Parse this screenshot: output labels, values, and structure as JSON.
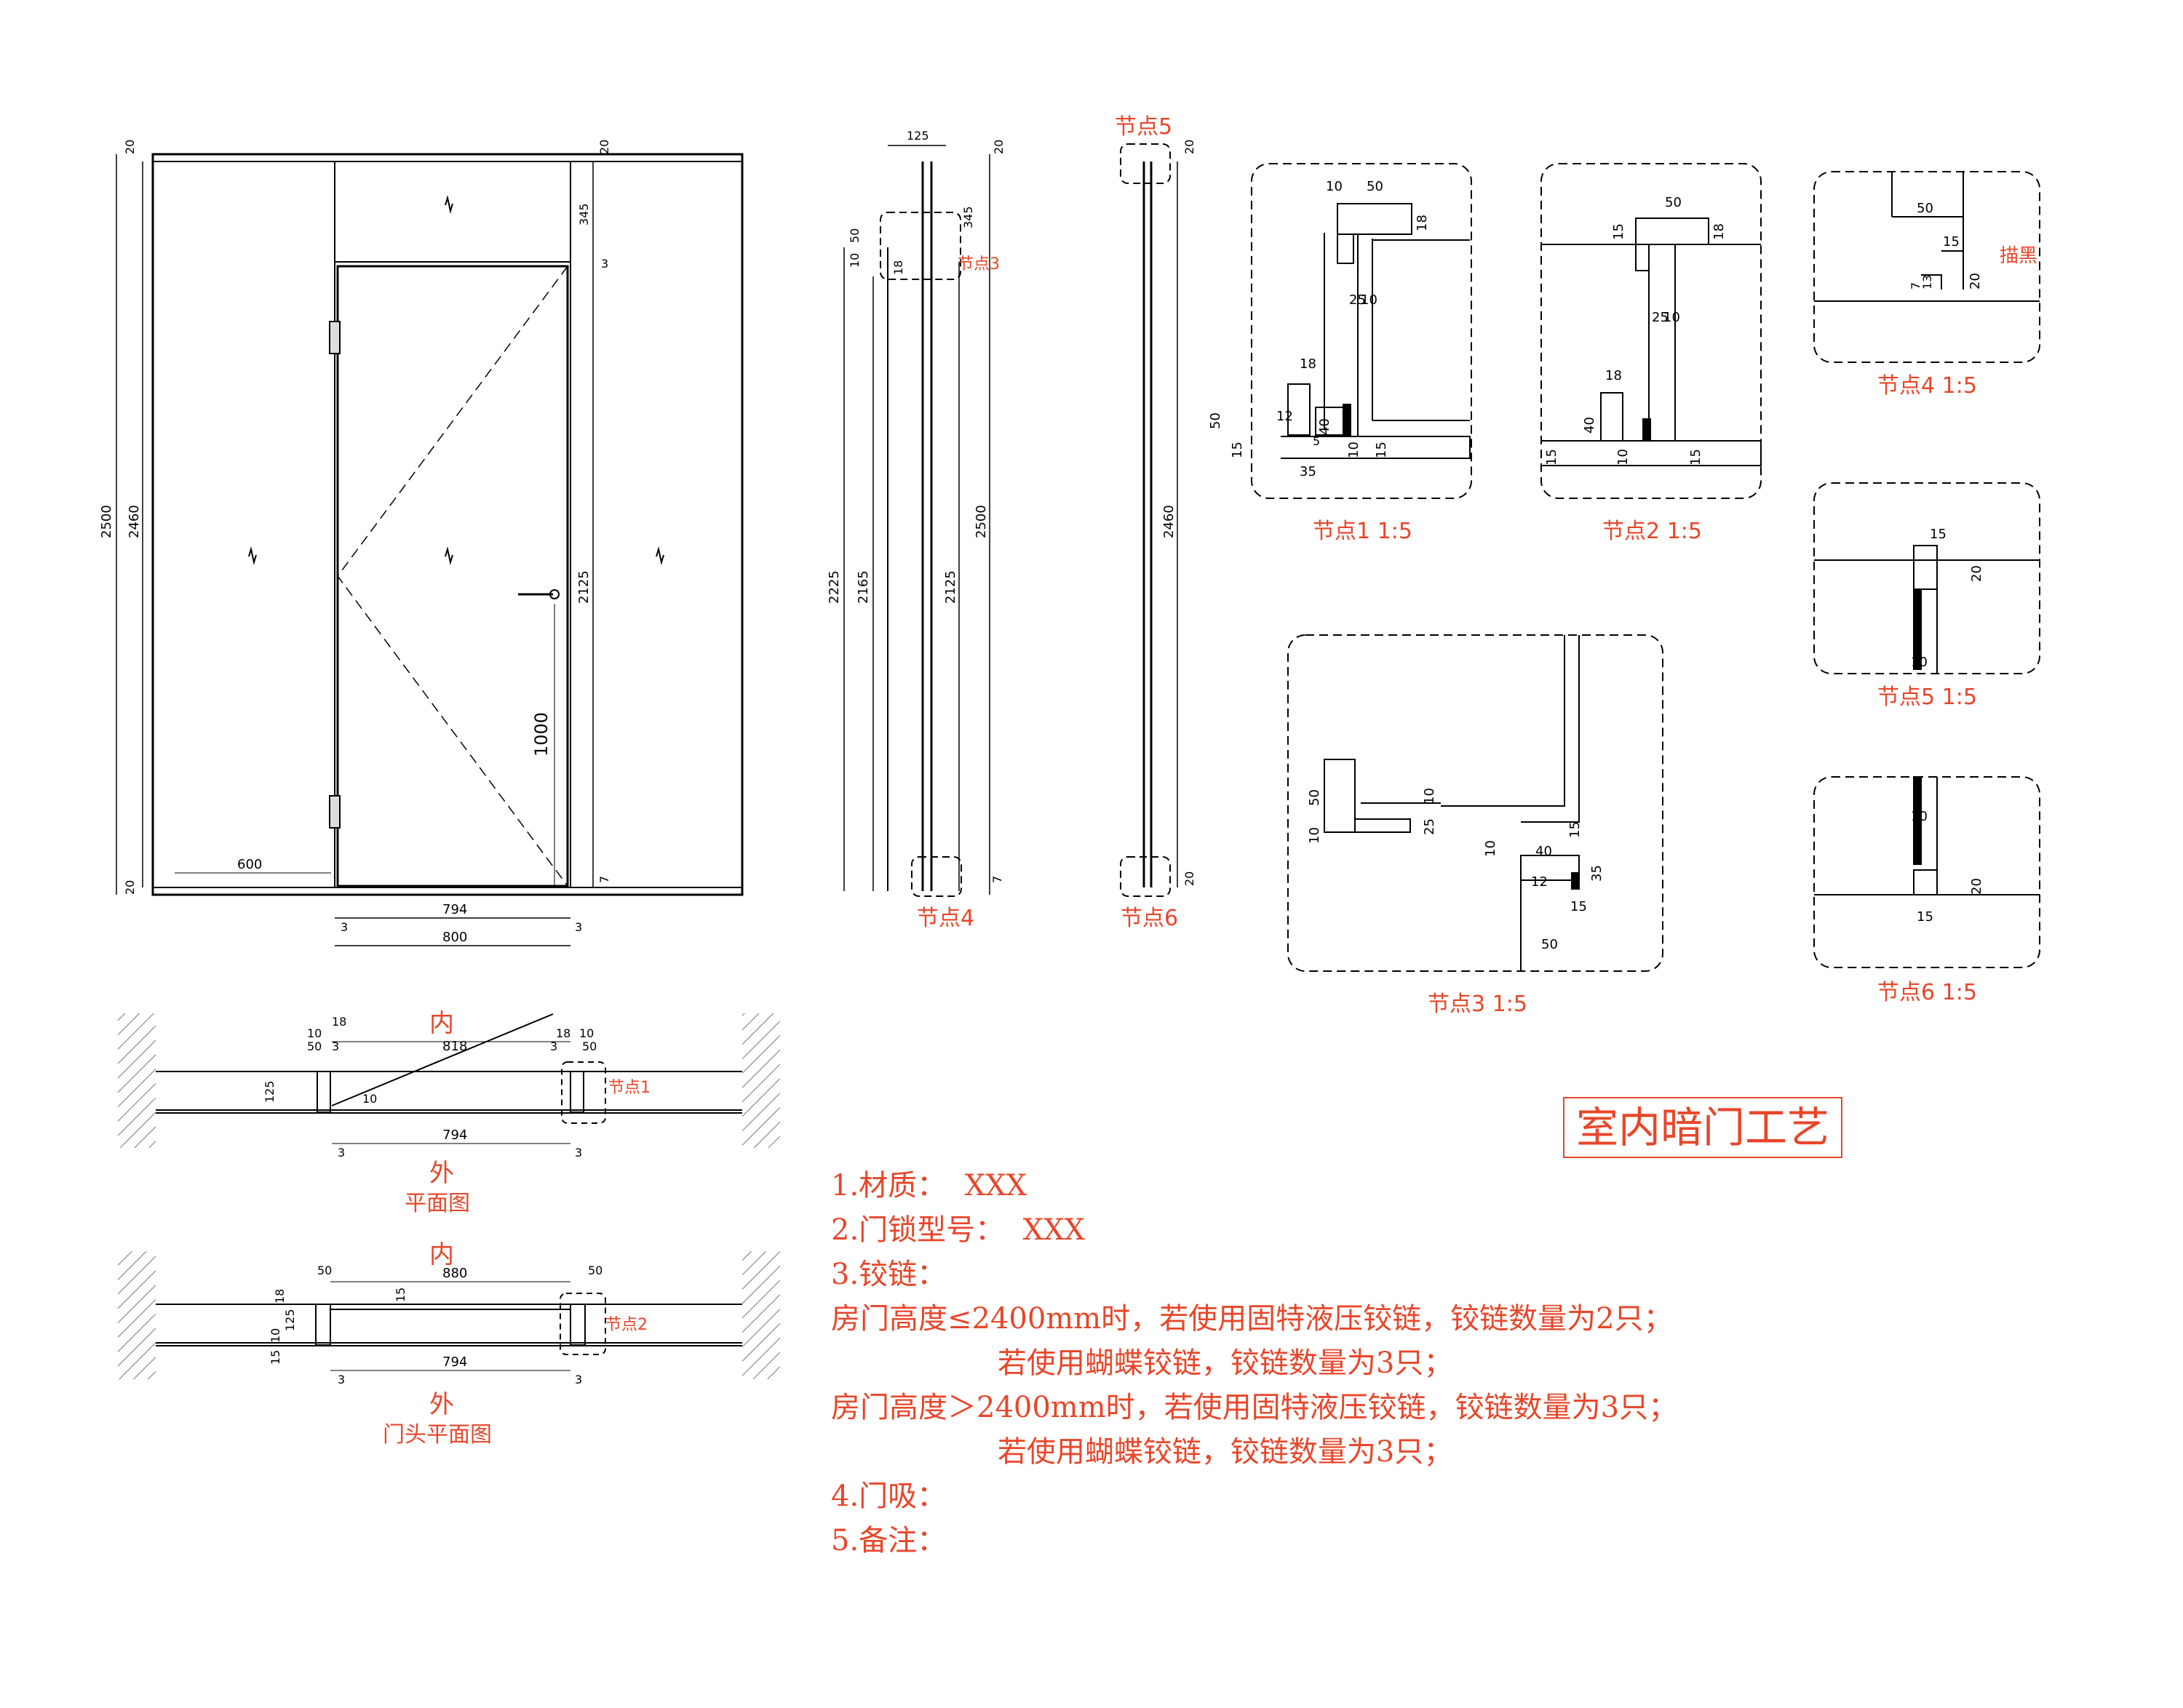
{
  "title": "室内暗门工艺",
  "notes": [
    "1.材质：  XXX",
    "2.门锁型号：  XXX",
    "3.铰链：",
    "房门高度≤2400mm时，若使用固特液压铰链，铰链数量为2只；",
    "                  若使用蝴蝶铰链，铰链数量为3只；",
    "房门高度＞2400mm时，若使用固特液压铰链，铰链数量为3只；",
    "                  若使用蝴蝶铰链，铰链数量为3只；",
    "4.门吸：",
    "5.备注："
  ],
  "elevation": {
    "dims": {
      "h_total": "2500",
      "h_inner": "2460",
      "h_door": "2125",
      "top": "20",
      "bottom": "20",
      "transom": "345",
      "gap": "3",
      "handle": "1000",
      "sill": "600",
      "w_door": "794",
      "w_open": "800",
      "gap2": "7"
    }
  },
  "section": {
    "dims": {
      "w": "125",
      "h1": "2225",
      "h2": "2165",
      "h3": "2125",
      "h4": "2500",
      "top": "20",
      "d50": "50",
      "d10": "10",
      "d18": "18",
      "d345": "345",
      "gap": "7"
    },
    "node3_label": "节点3",
    "node4_label": "节点4"
  },
  "side": {
    "dims": {
      "h": "2460",
      "top": "20",
      "bottom": "20"
    },
    "node5_label": "节点5",
    "node6_label": "节点6"
  },
  "plan": {
    "inside": "内",
    "outside": "外",
    "caption": "平面图",
    "node_label": "节点1",
    "dims": {
      "w1": "818",
      "w2": "794",
      "d125": "125",
      "d18a": "18",
      "d10a": "10",
      "d50a": "50",
      "d3": "3",
      "d18b": "18",
      "d10b": "10",
      "d50b": "50",
      "d10c": "10"
    }
  },
  "head_plan": {
    "inside": "内",
    "outside": "外",
    "caption": "门头平面图",
    "node_label": "节点2",
    "dims": {
      "w1": "880",
      "w2": "794",
      "d50a": "50",
      "d18": "18",
      "d15": "15",
      "d10": "10",
      "d125": "125",
      "d15b": "15",
      "d50b": "50",
      "d3": "3"
    }
  },
  "details": {
    "node1": {
      "caption": "节点1  1:5",
      "dims": [
        "10",
        "50",
        "18",
        "25",
        "10",
        "18",
        "50",
        "12",
        "40",
        "15",
        "5",
        "35",
        "10",
        "15"
      ]
    },
    "node2": {
      "caption": "节点2  1:5",
      "dims": [
        "50",
        "15",
        "18",
        "25",
        "10",
        "18",
        "40",
        "15",
        "10",
        "15"
      ]
    },
    "node3": {
      "caption": "节点3  1:5",
      "dims": [
        "50",
        "10",
        "10",
        "25",
        "10",
        "40",
        "12",
        "15",
        "15",
        "35",
        "50"
      ]
    },
    "node4": {
      "caption": "节点4  1:5",
      "dims": [
        "50",
        "15",
        "13",
        "7",
        "20"
      ],
      "note": "描黑"
    },
    "node5": {
      "caption": "节点5  1:5",
      "dims": [
        "15",
        "20",
        "10"
      ]
    },
    "node6": {
      "caption": "节点6  1:5",
      "dims": [
        "10",
        "20",
        "15"
      ]
    }
  }
}
